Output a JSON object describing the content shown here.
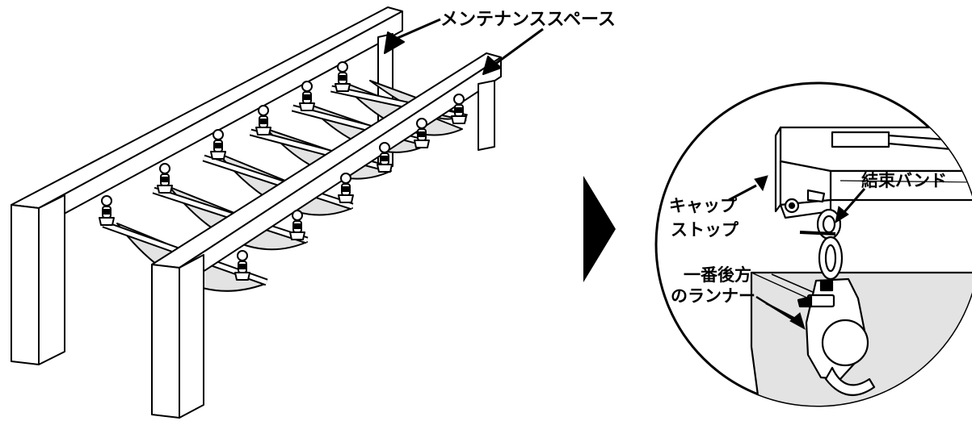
{
  "labels": {
    "maintenance_space": "メンテナンススペース",
    "cable_tie": "結束バンド",
    "cap_stop_line1": "キャップ",
    "cap_stop_line2": "ストップ",
    "last_runner_line1": "一番後方",
    "last_runner_line2": "のランナー"
  },
  "colors": {
    "line": "#000000",
    "fabric": "#e3e3e3",
    "background": "#ffffff"
  }
}
